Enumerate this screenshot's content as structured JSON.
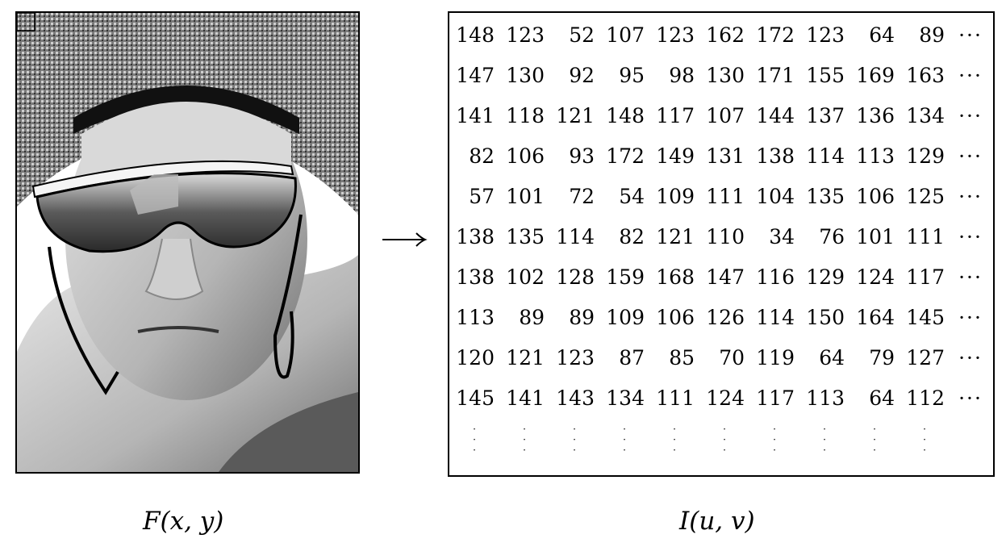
{
  "left_caption": "F(x, y)",
  "right_caption": "I(u, v)",
  "arrow_glyph": "⟶",
  "row_ellipsis": "···",
  "col_ellipsis": "⋮",
  "matrix": [
    [
      "148",
      "123",
      "52",
      "107",
      "123",
      "162",
      "172",
      "123",
      "64",
      "89"
    ],
    [
      "147",
      "130",
      "92",
      "95",
      "98",
      "130",
      "171",
      "155",
      "169",
      "163"
    ],
    [
      "141",
      "118",
      "121",
      "148",
      "117",
      "107",
      "144",
      "137",
      "136",
      "134"
    ],
    [
      "82",
      "106",
      "93",
      "172",
      "149",
      "131",
      "138",
      "114",
      "113",
      "129"
    ],
    [
      "57",
      "101",
      "72",
      "54",
      "109",
      "111",
      "104",
      "135",
      "106",
      "125"
    ],
    [
      "138",
      "135",
      "114",
      "82",
      "121",
      "110",
      "34",
      "76",
      "101",
      "111"
    ],
    [
      "138",
      "102",
      "128",
      "159",
      "168",
      "147",
      "116",
      "129",
      "124",
      "117"
    ],
    [
      "113",
      "89",
      "89",
      "109",
      "106",
      "126",
      "114",
      "150",
      "164",
      "145"
    ],
    [
      "120",
      "121",
      "123",
      "87",
      "85",
      "70",
      "119",
      "64",
      "79",
      "127"
    ],
    [
      "145",
      "141",
      "143",
      "134",
      "111",
      "124",
      "117",
      "113",
      "64",
      "112"
    ]
  ]
}
